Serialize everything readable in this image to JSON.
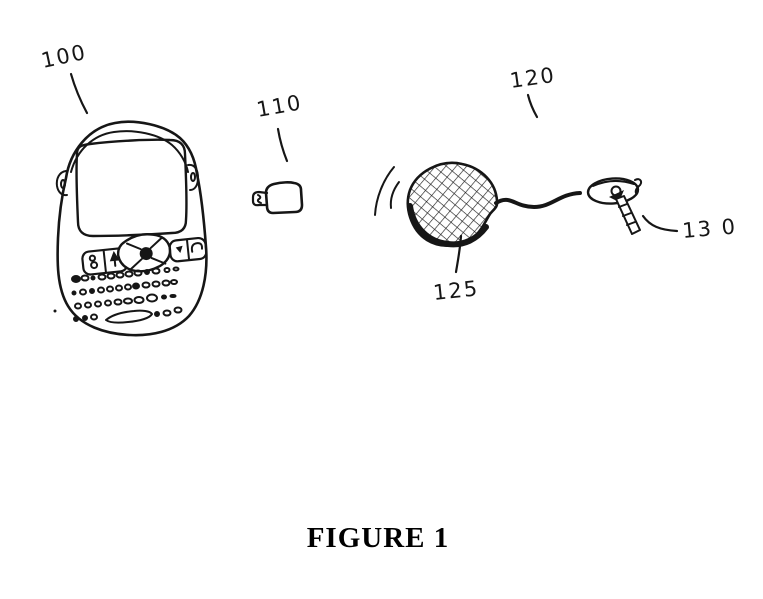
{
  "figure": {
    "caption": "FIGURE 1"
  },
  "reference_labels": {
    "phone": "100",
    "dongle": "110",
    "headset": "120",
    "speaker": "125",
    "earpiece": "13 0"
  },
  "colors": {
    "ink": "#161616",
    "paper": "#ffffff"
  }
}
